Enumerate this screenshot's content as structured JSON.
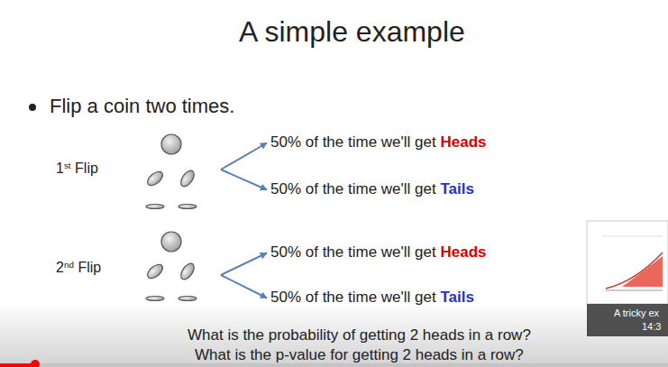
{
  "diagram": {
    "title": "A simple example",
    "nodes": [
      {
        "text": [
          "1st Flip"
        ]
      },
      {
        "text": [
          "50% of the time we'll get Heads"
        ]
      },
      {
        "text": [
          "50% of the time we'll get Tails"
        ]
      },
      {
        "text": [
          "2nd Flip"
        ]
      },
      {
        "text": [
          "50% of the time we'll get Heads"
        ]
      },
      {
        "text": [
          "50% of the time we'll get Tails"
        ]
      }
    ],
    "edges": [
      {
        "from": 0,
        "to": 1,
        "arrow": "to"
      },
      {
        "from": 0,
        "to": 2,
        "arrow": "to"
      },
      {
        "from": 3,
        "to": 4,
        "arrow": "to"
      },
      {
        "from": 3,
        "to": 5,
        "arrow": "to"
      }
    ],
    "labels": [
      "Flip a coin two times.",
      "What is the probability of getting 2 heads in a row?",
      "What is the p-value for getting 2 heads in a row?",
      "A tricky ex",
      "14:3"
    ]
  }
}
